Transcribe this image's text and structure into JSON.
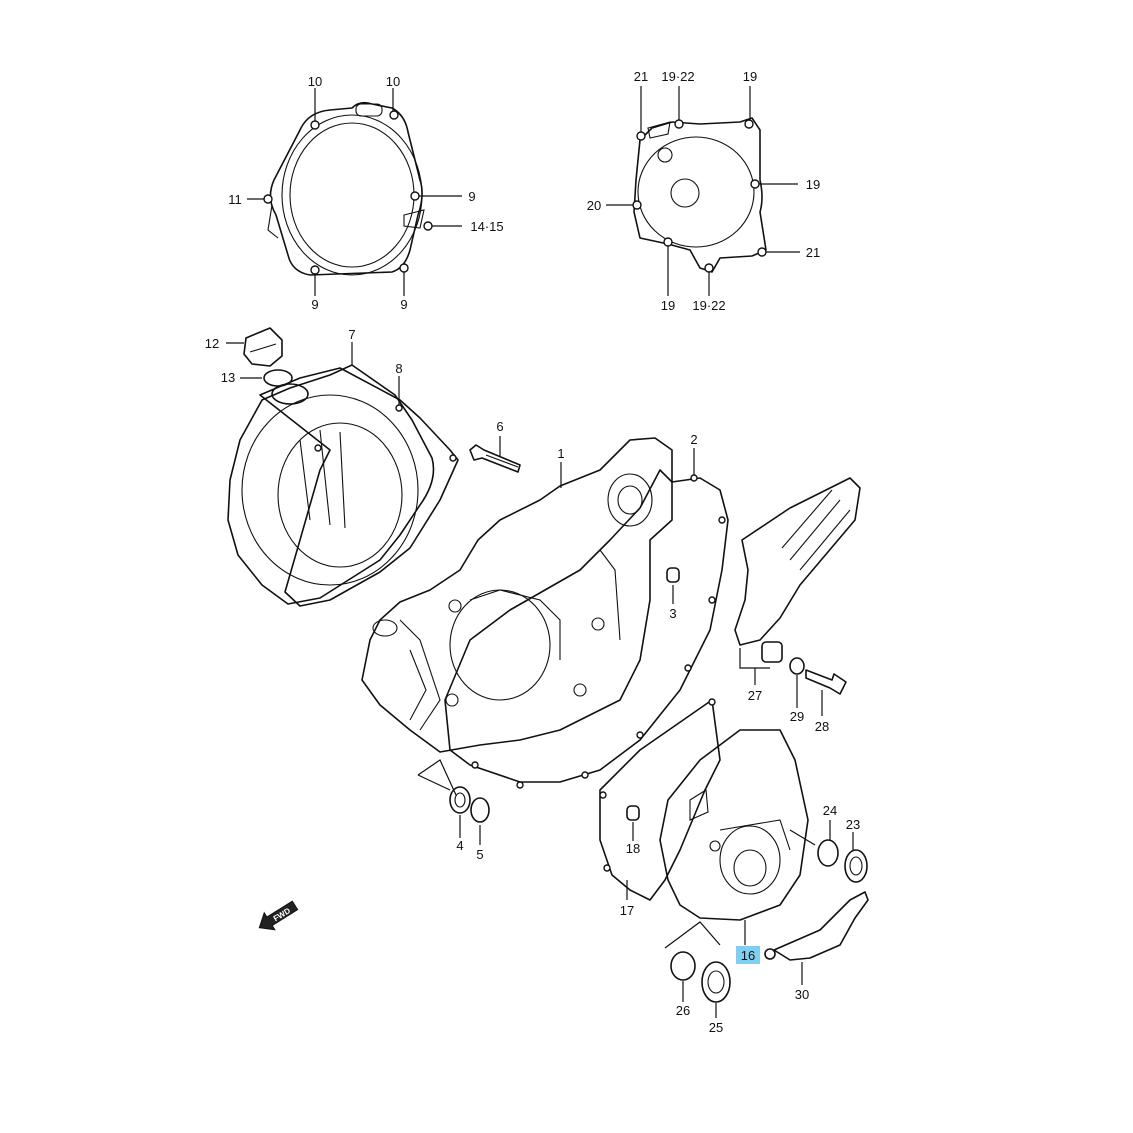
{
  "labels": {
    "l10a": "10",
    "l10b": "10",
    "l11": "11",
    "l9a": "9",
    "l14_15": "14·15",
    "l9b": "9",
    "l9c": "9",
    "l21a": "21",
    "l19_22a": "19·22",
    "l19a": "19",
    "l19b": "19",
    "l20": "20",
    "l21b": "21",
    "l19c": "19",
    "l19_22b": "19·22",
    "l12": "12",
    "l13": "13",
    "l7": "7",
    "l8": "8",
    "l6": "6",
    "l1": "1",
    "l2": "2",
    "l3": "3",
    "l27": "27",
    "l29": "29",
    "l28": "28",
    "l4": "4",
    "l5": "5",
    "l24": "24",
    "l23": "23",
    "l18": "18",
    "l17": "17",
    "l16": "16",
    "l30": "30",
    "l26": "26",
    "l25": "25"
  },
  "highlighted_part": "16",
  "fwd_arrow_text": "FWD",
  "highlight_color": "#7fd0f0"
}
